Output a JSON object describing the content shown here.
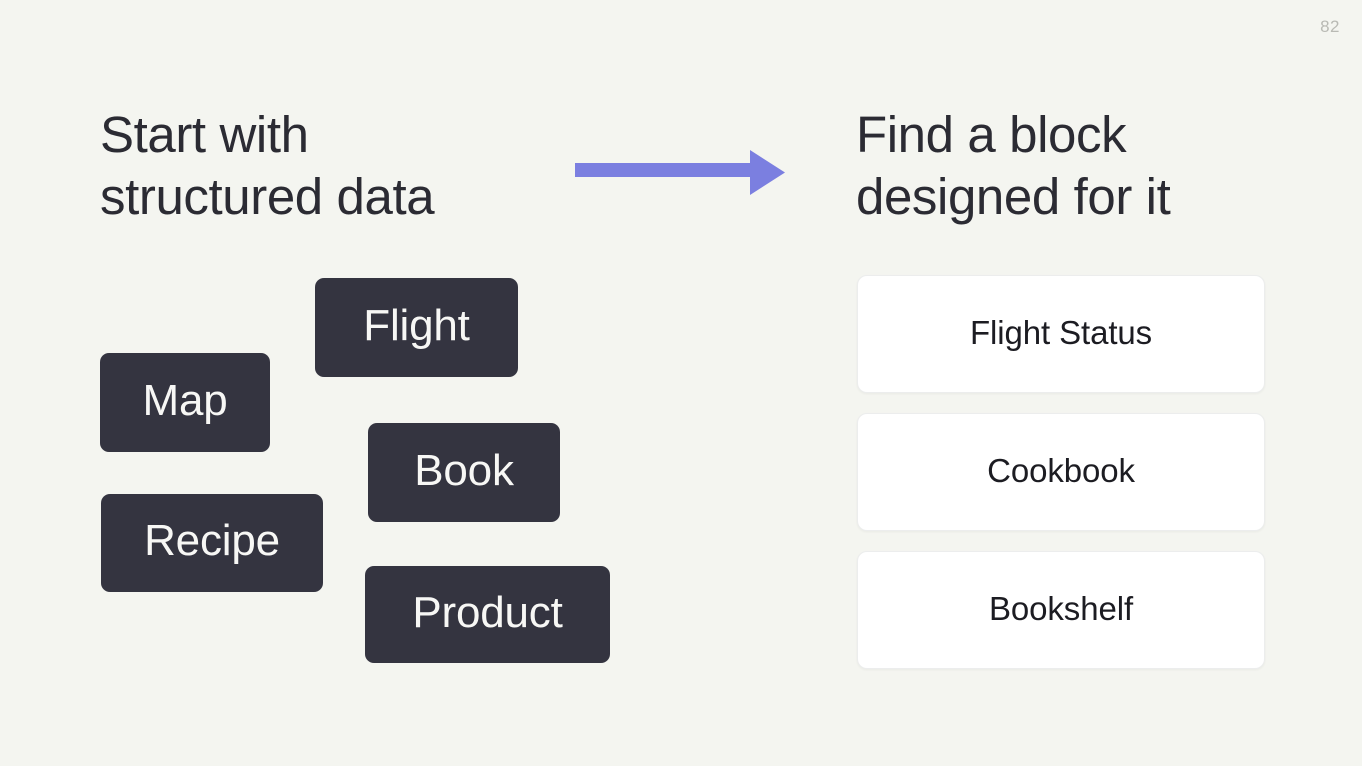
{
  "slide": {
    "page_number": "82",
    "background_color": "#f4f5f0"
  },
  "left_panel": {
    "heading": "Start with\nstructured data",
    "heading_color": "#2b2b33",
    "chip_color": "#343440",
    "chip_text_color": "#f7f7f5",
    "chips": [
      {
        "label": "Flight"
      },
      {
        "label": "Map"
      },
      {
        "label": "Book"
      },
      {
        "label": "Recipe"
      },
      {
        "label": "Product"
      }
    ]
  },
  "connector": {
    "type": "arrow-right",
    "color": "#7b7fe0",
    "icon": "arrow-right-icon"
  },
  "right_panel": {
    "heading": "Find a block\ndesigned for it",
    "heading_color": "#2b2b33",
    "card_color": "#ffffff",
    "card_text_color": "#1c1c22",
    "cards": [
      {
        "label": "Flight Status"
      },
      {
        "label": "Cookbook"
      },
      {
        "label": "Bookshelf"
      }
    ]
  }
}
